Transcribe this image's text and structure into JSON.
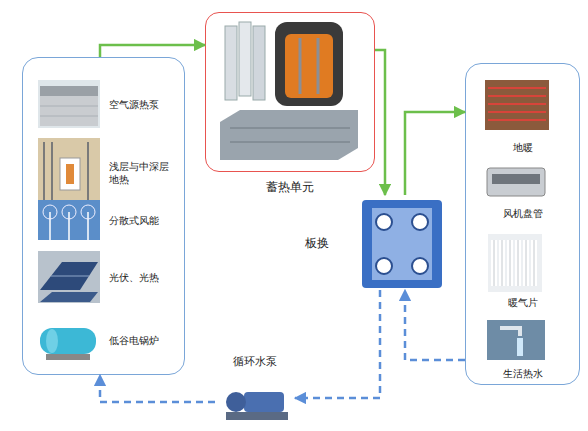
{
  "diagram": {
    "nodes": [
      {
        "text": []
      },
      {
        "text": [
          "空气源热泵"
        ],
        "in": 0
      },
      {
        "text": [
          "浅层与中深层地热"
        ],
        "in": 0
      },
      {
        "text": [
          "分散式风能"
        ],
        "in": 0
      },
      {
        "text": [
          "光伏、光热"
        ],
        "in": 0
      },
      {
        "text": [
          "低谷电锅炉"
        ],
        "in": 0
      },
      {
        "text": [
          "蓄热单元"
        ]
      },
      {
        "text": [
          "板换"
        ]
      },
      {
        "text": []
      },
      {
        "text": [
          "地暖"
        ],
        "in": 8
      },
      {
        "text": [
          "风机盘管"
        ],
        "in": 8
      },
      {
        "text": [
          "暖气片"
        ],
        "in": 8
      },
      {
        "text": [
          "生活热水"
        ],
        "in": 8
      },
      {
        "text": [
          "循环水泵"
        ]
      }
    ],
    "edges": [
      {
        "from": 0,
        "to": 6,
        "arrow": "to"
      },
      {
        "from": 6,
        "to": 7,
        "arrow": "to"
      },
      {
        "from": 7,
        "to": 8,
        "arrow": "to"
      },
      {
        "from": 8,
        "to": 7,
        "arrow": "to"
      },
      {
        "from": 7,
        "to": 13,
        "arrow": "to"
      },
      {
        "from": 13,
        "to": 0,
        "arrow": "to"
      }
    ]
  }
}
